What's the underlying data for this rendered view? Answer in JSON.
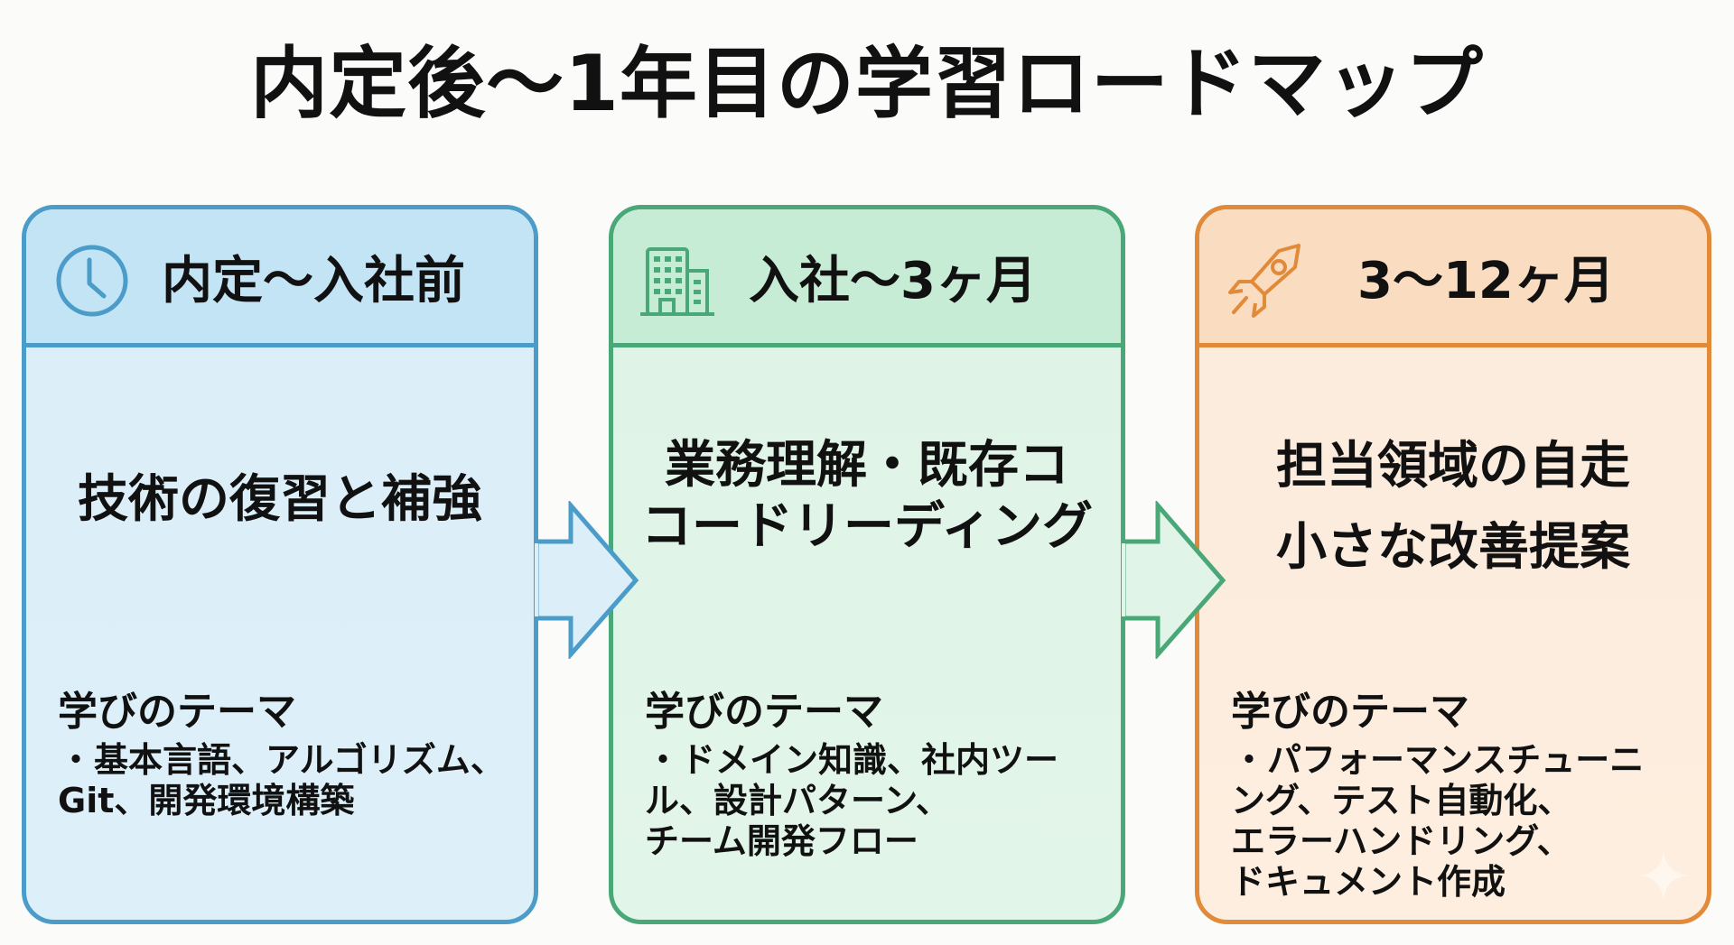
{
  "title": "内定後〜1年目の学習ロードマップ",
  "colors": {
    "blue": "#4b9cc8",
    "green": "#4aa878",
    "orange": "#e08a3a"
  },
  "phases": [
    {
      "icon": "clock-icon",
      "stage": "内定〜入社前",
      "main_lines": [
        "技術の復習と補強"
      ],
      "theme_label": "学びのテーマ",
      "theme_lines": [
        "基本言語、アルゴリズム、",
        "Git、開発環境構築"
      ]
    },
    {
      "icon": "office-building-icon",
      "stage": "入社〜3ヶ月",
      "main_lines": [
        "業務理解・既存コ",
        "コードリーディング"
      ],
      "theme_label": "学びのテーマ",
      "theme_lines": [
        "ドメイン知識、社内ツー",
        "ル、設計パターン、",
        "チーム開発フロー"
      ]
    },
    {
      "icon": "rocket-icon",
      "stage": "3〜12ヶ月",
      "main_lines": [
        "担当領域の自走",
        "小さな改善提案"
      ],
      "theme_label": "学びのテーマ",
      "theme_lines": [
        "パフォーマンスチューニ",
        "ング、テスト自動化、",
        "エラーハンドリング、",
        "ドキュメント作成"
      ]
    }
  ],
  "bullet": "・"
}
